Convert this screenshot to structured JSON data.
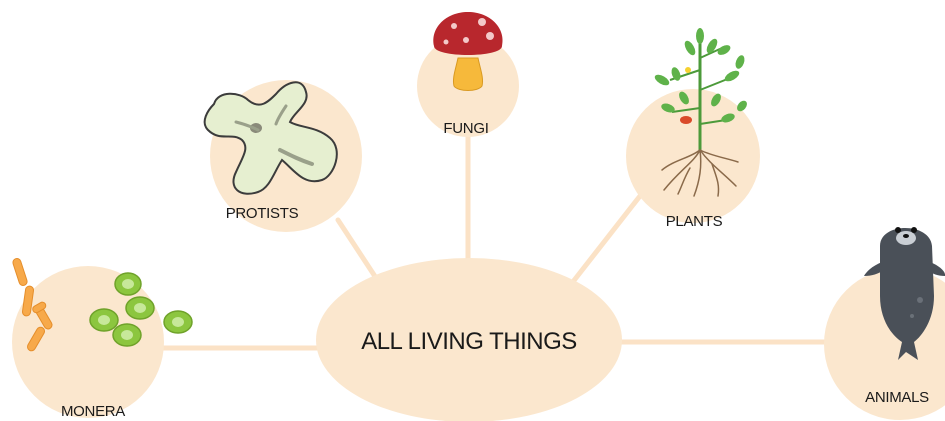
{
  "center": {
    "label": "ALL LIVING THINGS"
  },
  "nodes": [
    {
      "id": "monera",
      "label": "MONERA",
      "icon": "bacteria-icon"
    },
    {
      "id": "protists",
      "label": "PROTISTS",
      "icon": "amoeba-icon"
    },
    {
      "id": "fungi",
      "label": "FUNGI",
      "icon": "mushroom-icon"
    },
    {
      "id": "plants",
      "label": "PLANTS",
      "icon": "tree-sapling-icon"
    },
    {
      "id": "animals",
      "label": "ANIMALS",
      "icon": "seal-icon"
    }
  ],
  "colors": {
    "node_fill": "#FBE7CE",
    "connector": "#FBE2C6",
    "label_text": "#1a1a1a",
    "bacteria_orange": "#F7A94A",
    "bacteria_green": "#8CC63F",
    "mushroom_cap": "#B8272D",
    "mushroom_stem": "#F6B93B",
    "leaf_green": "#5FB24A",
    "seal_gray": "#4A5058"
  }
}
